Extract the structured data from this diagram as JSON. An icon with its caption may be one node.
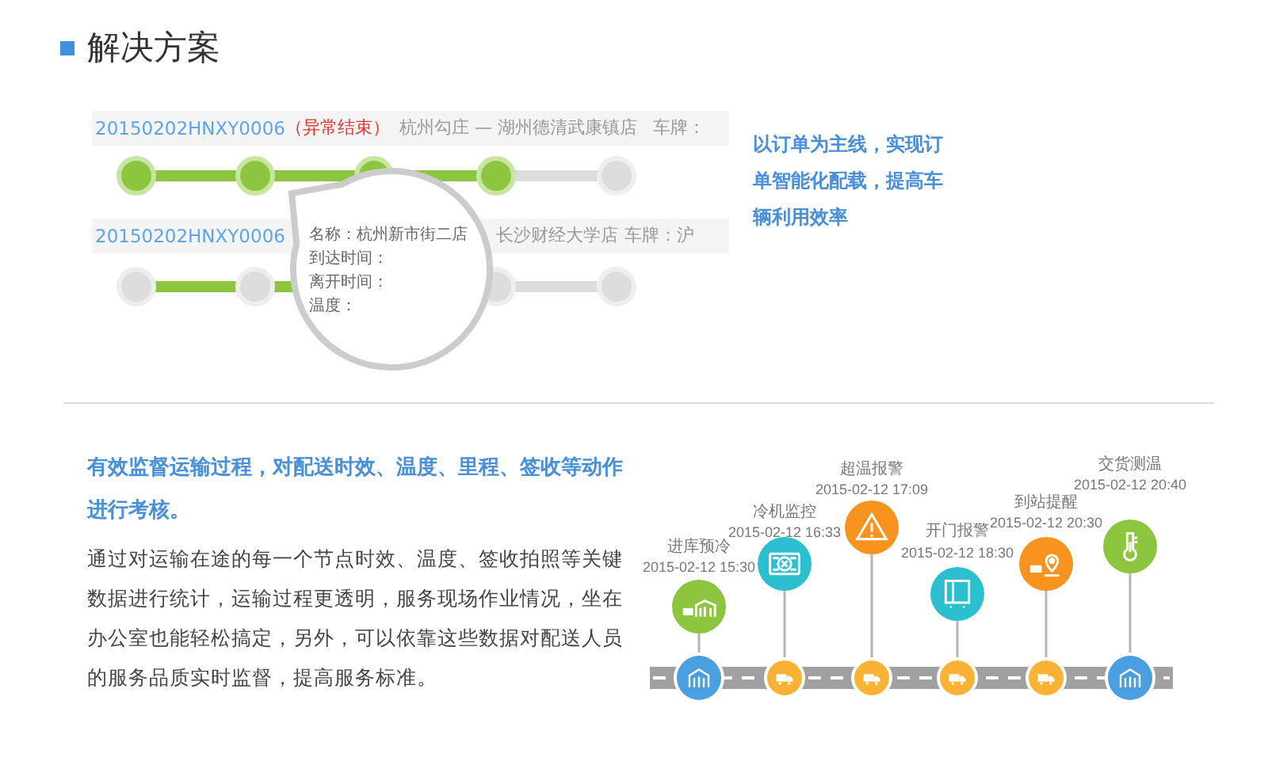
{
  "diagram": {
    "title": "解决方案",
    "nodes": [
      {
        "text": [
          "名称：杭州新市街二店",
          "到达时间：",
          "离开时间：",
          "温度："
        ]
      },
      {
        "text": [],
        "shape": "circle",
        "beside": [
          "进库预冷",
          "2015-02-12 15:30"
        ]
      },
      {
        "text": [],
        "shape": "circle",
        "beside": [
          "冷机监控",
          "2015-02-12 16:33"
        ]
      },
      {
        "text": [],
        "shape": "circle",
        "beside": [
          "超温报警",
          "2015-02-12 17:09"
        ]
      },
      {
        "text": [],
        "shape": "circle",
        "beside": [
          "开门报警",
          "2015-02-12 18:30"
        ]
      },
      {
        "text": [],
        "shape": "circle",
        "beside": [
          "到站提醒",
          "2015-02-12 20:30"
        ]
      },
      {
        "text": [],
        "shape": "circle",
        "beside": [
          "交货测温",
          "2015-02-12 20:40"
        ]
      },
      {
        "text": [],
        "shape": "circle"
      },
      {
        "text": [],
        "shape": "circle"
      },
      {
        "text": [],
        "shape": "circle"
      },
      {
        "text": [],
        "shape": "circle"
      },
      {
        "text": [],
        "shape": "circle"
      },
      {
        "text": [],
        "shape": "circle"
      }
    ],
    "edges": [
      {
        "from": 1,
        "to": 7,
        "arrow": "none"
      },
      {
        "from": 2,
        "to": 8,
        "arrow": "none"
      },
      {
        "from": 3,
        "to": 9,
        "arrow": "none"
      },
      {
        "from": 4,
        "to": 10,
        "arrow": "none"
      },
      {
        "from": 5,
        "to": 11,
        "arrow": "none"
      },
      {
        "from": 6,
        "to": 12,
        "arrow": "none"
      }
    ],
    "labels": [
      "20150202HNXY0006",
      "（异常结束）",
      "杭州勾庄 — 湖州德清武康镇店",
      "车牌：",
      "20150202HNXY0006",
      "长沙财经大学店",
      "车牌：沪",
      "以订单为主线，实现订单智能化配载，提高车辆利用效率",
      "有效监督运输过程，对配送时效、温度、里程、签收等动作进行考核。",
      "通过对运输在途的每一个节点时效、温度、签收拍照等关键数据进行统计，运输过程更透明，服务现场作业情况，坐在办公室也能轻松搞定，另外，可以依靠这些数据对配送人员的服务品质实时监督，提高服务标准。"
    ]
  }
}
